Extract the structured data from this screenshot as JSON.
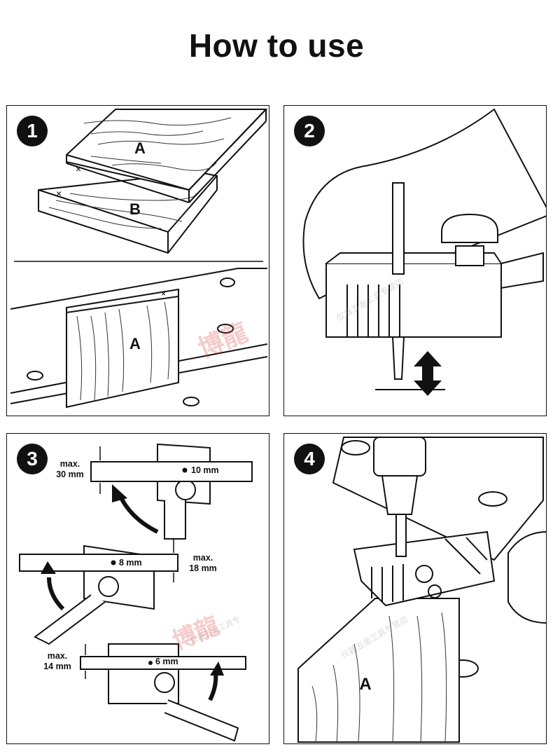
{
  "title": "How to use",
  "panels": [
    {
      "step": "1",
      "labels": {
        "board_a": "A",
        "board_b": "B",
        "board_a_clamped": "A"
      }
    },
    {
      "step": "2"
    },
    {
      "step": "3",
      "measurements": [
        {
          "max_label": "max.\n30 mm",
          "hole_label": "10 mm"
        },
        {
          "max_label": "max.\n18 mm",
          "hole_label": "8 mm"
        },
        {
          "max_label": "max.\n14 mm",
          "hole_label": "6 mm"
        }
      ]
    },
    {
      "step": "4",
      "labels": {
        "board_a": "A"
      }
    }
  ],
  "colors": {
    "line": "#111111",
    "background": "#ffffff",
    "watermark_red": "#dc4646"
  }
}
